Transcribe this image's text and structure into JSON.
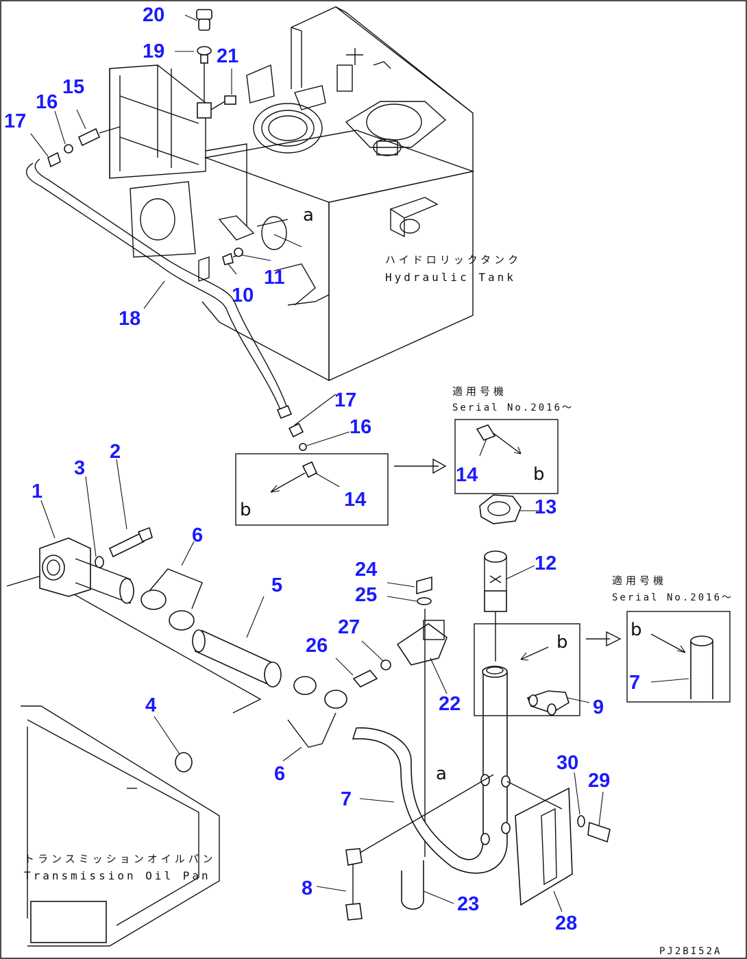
{
  "callouts": {
    "c1": "1",
    "c2": "2",
    "c3": "3",
    "c4": "4",
    "c5": "5",
    "c6a": "6",
    "c6b": "6",
    "c7a": "7",
    "c7b": "7",
    "c8": "8",
    "c9": "9",
    "c10": "10",
    "c11": "11",
    "c12": "12",
    "c13": "13",
    "c14a": "14",
    "c14b": "14",
    "c15": "15",
    "c16a": "16",
    "c16b": "16",
    "c17a": "17",
    "c17b": "17",
    "c18": "18",
    "c19": "19",
    "c20": "20",
    "c21": "21",
    "c22": "22",
    "c23": "23",
    "c24": "24",
    "c25": "25",
    "c26": "26",
    "c27": "27",
    "c28": "28",
    "c29": "29",
    "c30": "30"
  },
  "refs": {
    "a1": "a",
    "a2": "a",
    "b1": "b",
    "b2": "b",
    "b3": "b",
    "b4": "b"
  },
  "text": {
    "hydraulic_jp": "ハイドロリックタンク",
    "hydraulic_en": "Hydraulic Tank",
    "trans_jp": "トランスミッションオイルパン",
    "trans_en": "Transmission Oil Pan",
    "applicable_jp_1": "適用号機",
    "serial_1": "Serial No.2016～",
    "applicable_jp_2": "適用号機",
    "serial_2": "Serial No.2016～",
    "drawing_code": "PJ2BI52A"
  },
  "colors": {
    "callout": "#1a1aff",
    "line": "#111111",
    "background": "#ffffff"
  }
}
